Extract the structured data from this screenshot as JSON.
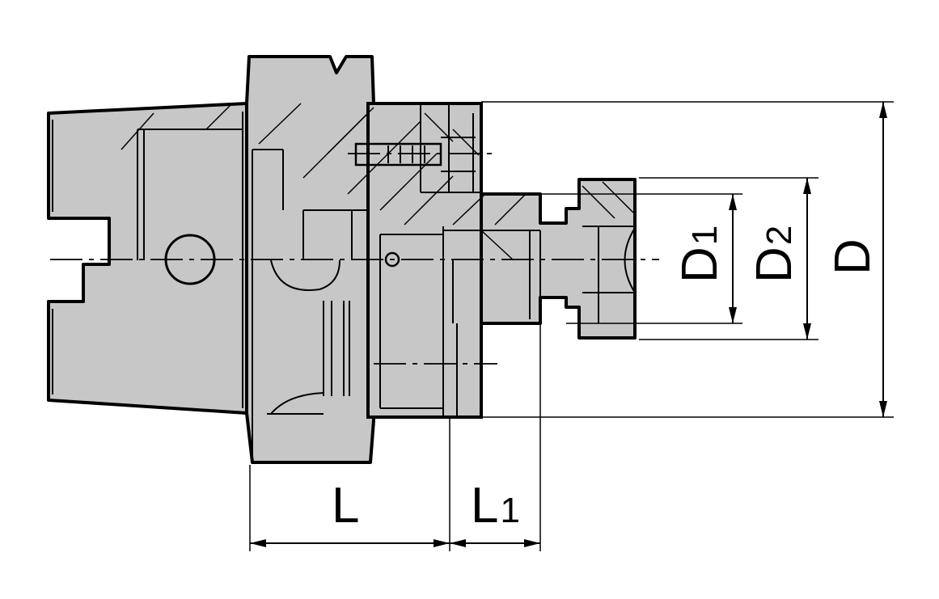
{
  "drawing": {
    "colors": {
      "body_fill": "#c7c7c7",
      "outline": "#000000",
      "background": "#ffffff"
    },
    "dimensions": {
      "L": {
        "main": "L",
        "sub": ""
      },
      "L1": {
        "main": "L",
        "sub": "1"
      },
      "D1": {
        "main": "D",
        "sub": "1"
      },
      "D2": {
        "main": "D",
        "sub": "2"
      },
      "D": {
        "main": "D",
        "sub": ""
      }
    }
  }
}
